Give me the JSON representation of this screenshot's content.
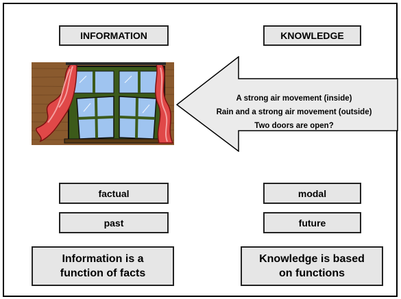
{
  "headers": {
    "left": "INFORMATION",
    "right": "KNOWLEDGE"
  },
  "arrow_lines": [
    "A strong air movement (inside)",
    "Rain and a strong air movement (outside)",
    "Two doors are open?"
  ],
  "left_column": {
    "row1": "factual",
    "row2": "past",
    "summary_line1": "Information is a",
    "summary_line2": "function of facts"
  },
  "right_column": {
    "row1": "modal",
    "row2": "future",
    "summary_line1": "Knowledge is based",
    "summary_line2": "on functions"
  },
  "colors": {
    "box_fill": "#e6e6e6",
    "arrow_fill": "#ebebeb",
    "wood": "#8a5a2e",
    "curtain": "#e04848",
    "glass": "#9fc4f0",
    "window_frame": "#3c5a1a"
  },
  "icons": {
    "picture": "open-window-with-curtains-icon",
    "arrow": "left-arrow-icon"
  }
}
